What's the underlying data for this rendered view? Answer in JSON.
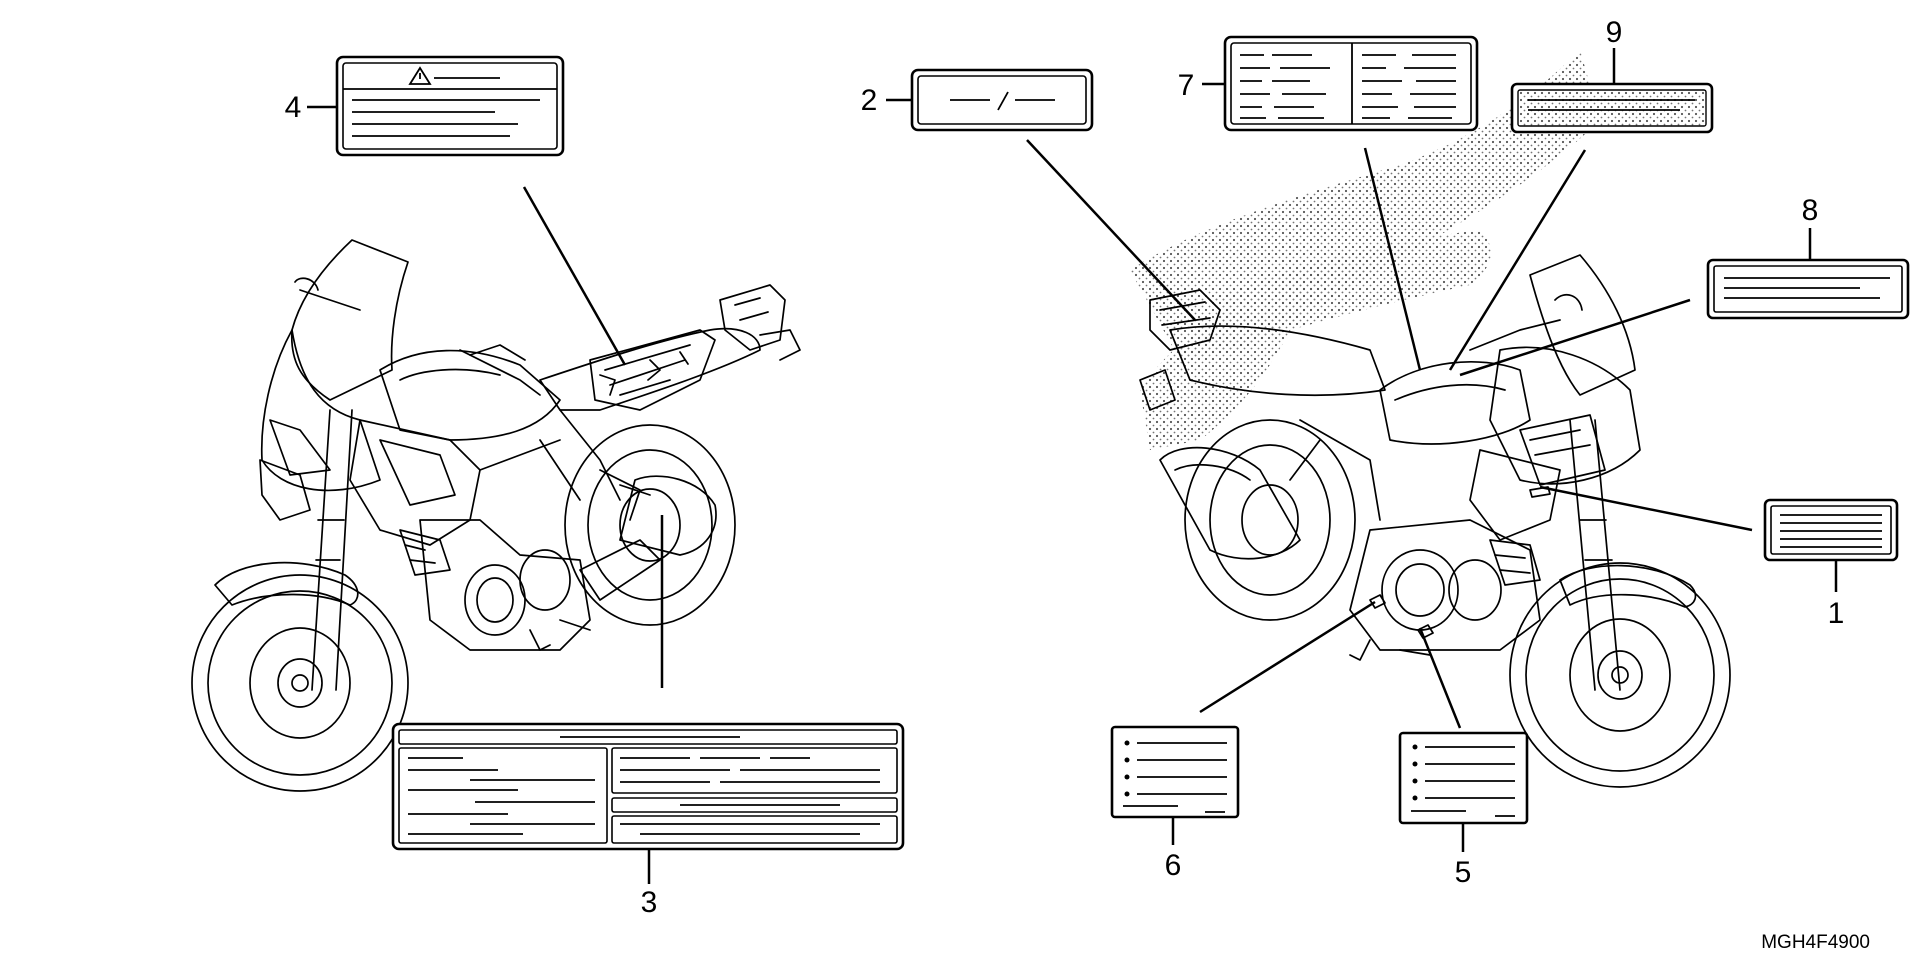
{
  "diagram_code": "MGH4F4900",
  "callouts": [
    {
      "number": "1"
    },
    {
      "number": "2"
    },
    {
      "number": "3"
    },
    {
      "number": "4"
    },
    {
      "number": "5"
    },
    {
      "number": "6"
    },
    {
      "number": "7"
    },
    {
      "number": "8"
    },
    {
      "number": "9"
    }
  ],
  "icons": {
    "warning": "warning-triangle-icon",
    "bullet": "bullet-dot-icon"
  },
  "colors": {
    "line": "#000000",
    "background": "#ffffff",
    "stipple": "#555555"
  }
}
